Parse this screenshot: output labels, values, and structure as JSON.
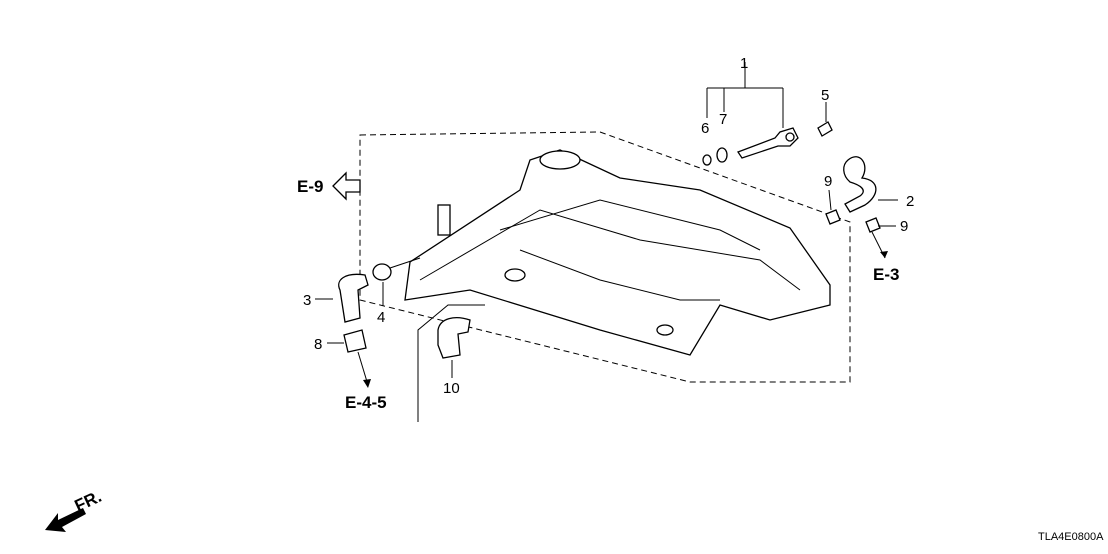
{
  "diagram": {
    "callouts": [
      {
        "id": "callout-1",
        "label": "1"
      },
      {
        "id": "callout-2",
        "label": "2"
      },
      {
        "id": "callout-3",
        "label": "3"
      },
      {
        "id": "callout-4",
        "label": "4"
      },
      {
        "id": "callout-5",
        "label": "5"
      },
      {
        "id": "callout-6",
        "label": "6"
      },
      {
        "id": "callout-7",
        "label": "7"
      },
      {
        "id": "callout-8",
        "label": "8"
      },
      {
        "id": "callout-9a",
        "label": "9"
      },
      {
        "id": "callout-9b",
        "label": "9"
      },
      {
        "id": "callout-10",
        "label": "10"
      }
    ],
    "references": {
      "e9": "E-9",
      "e3": "E-3",
      "e45": "E-4-5"
    },
    "front_indicator": "FR.",
    "diagram_code": "TLA4E0800A"
  }
}
